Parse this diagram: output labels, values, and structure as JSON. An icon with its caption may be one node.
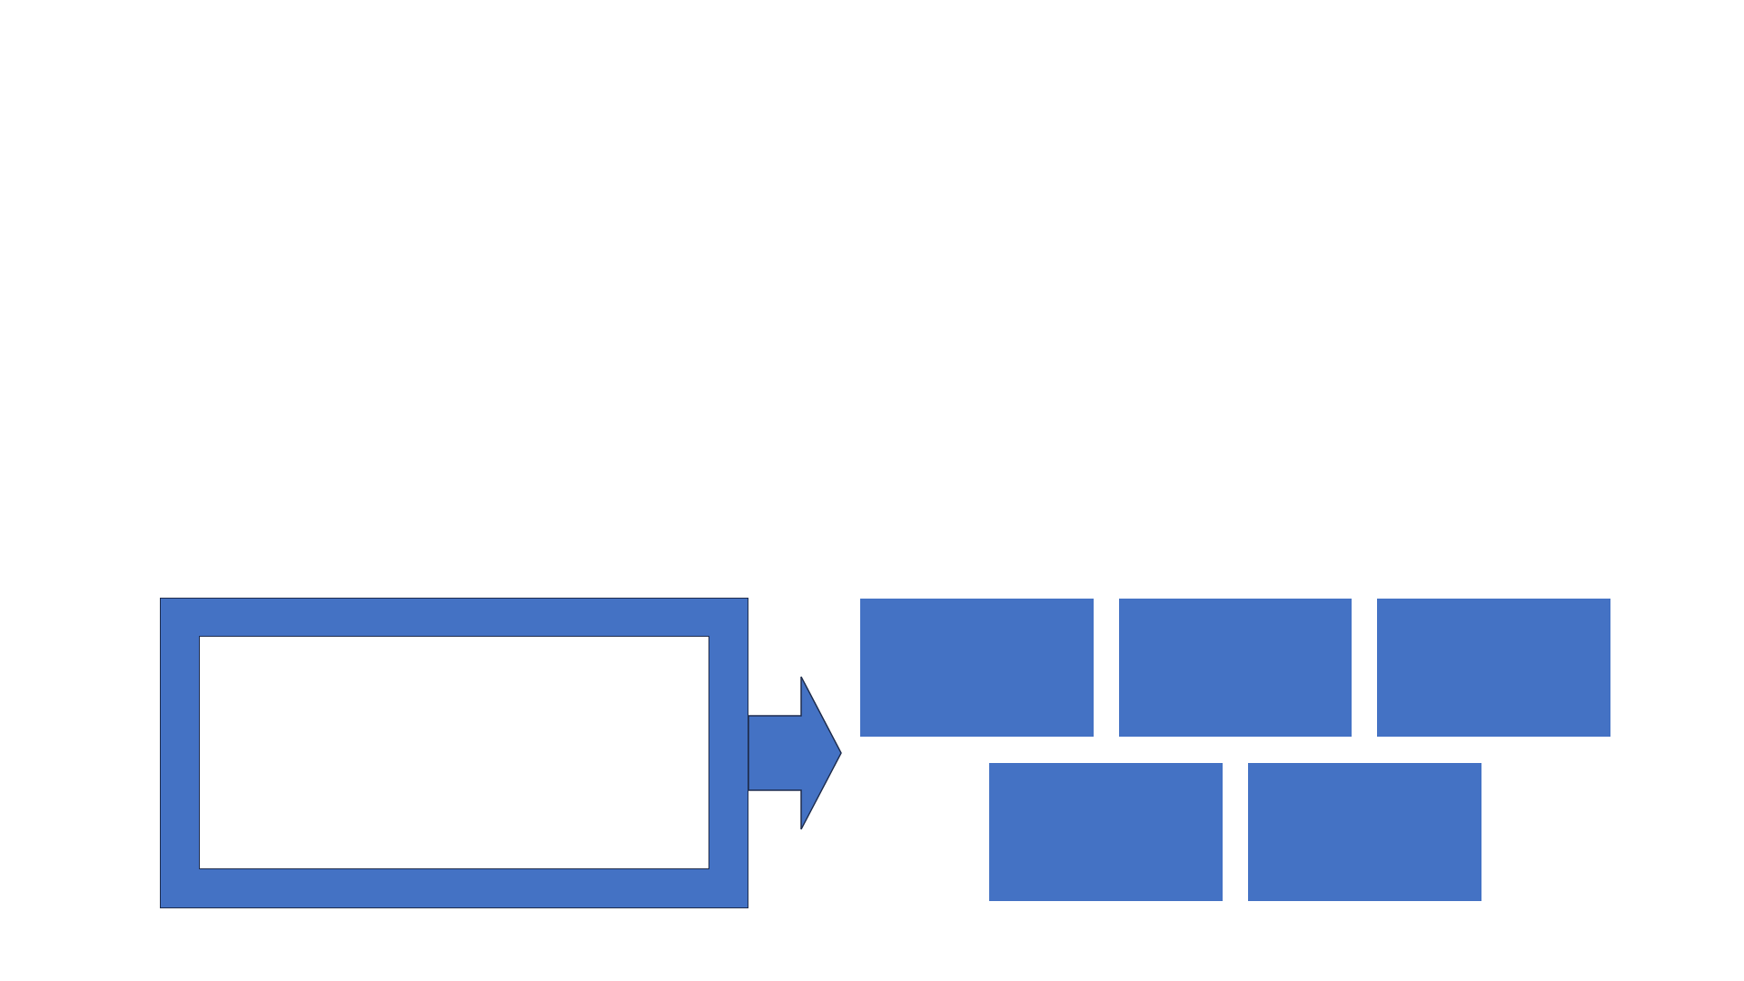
{
  "diagram": {
    "nodes": [
      {
        "text": [],
        "shape": "box"
      },
      {
        "text": [],
        "shape": "box",
        "in": 0
      },
      {
        "text": [],
        "shape": "box"
      },
      {
        "text": [],
        "shape": "box"
      },
      {
        "text": [],
        "shape": "box"
      },
      {
        "text": [],
        "shape": "box"
      },
      {
        "text": [],
        "shape": "box"
      }
    ],
    "edges": [
      {
        "from": 0,
        "to": 2,
        "arrow": "to"
      }
    ]
  }
}
